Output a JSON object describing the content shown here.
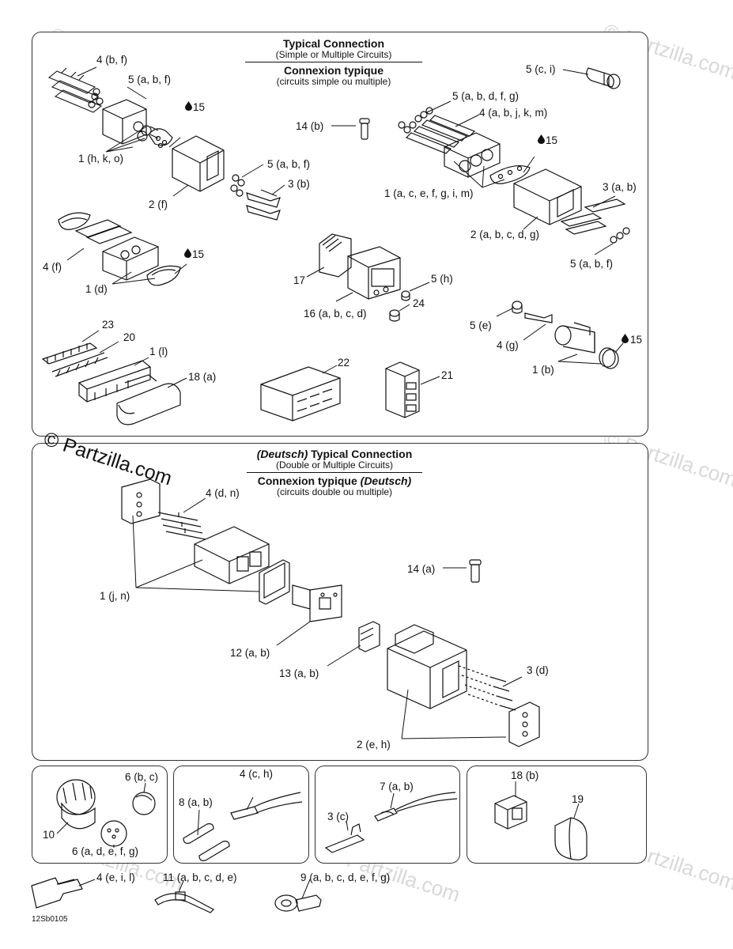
{
  "watermark": {
    "brand": "© Partzilla.com",
    "faint": "© Partzilla.com"
  },
  "diagram_code": "12Sb0105",
  "top_panel": {
    "title_en": "Typical Connection",
    "subtitle_en": "(Simple or Multiple Circuits)",
    "title_fr": "Connexion typique",
    "subtitle_fr": "(circuits simple ou multiple)",
    "callouts": {
      "c4bf": "4 (b, f)",
      "c5abf_a": "5 (a, b, f)",
      "c1hko": "1 (h, k, o)",
      "c15_a": "15",
      "c2f": "2 (f)",
      "c5abf_b": "5 (a, b, f)",
      "c3b": "3 (b)",
      "c14b": "14 (b)",
      "c5ci": "5 (c, i)",
      "c5abdfg": "5 (a, b, d, f, g)",
      "c4abjkm": "4 (a, b, j, k, m)",
      "c15_b": "15",
      "c1acefgim": "1 (a, c, e, f, g, i, m)",
      "c3ab": "3 (a, b)",
      "c2abcdg": "2 (a, b, c, d, g)",
      "c5abf_c": "5 (a, b, f)",
      "c4f": "4 (f)",
      "c15_c": "15",
      "c1d": "1 (d)",
      "c17": "17",
      "c16abcd": "16 (a, b, c, d)",
      "c5h": "5 (h)",
      "c24": "24",
      "c5e": "5 (e)",
      "c4g": "4 (g)",
      "c15_d": "15",
      "c1b": "1 (b)",
      "c23": "23",
      "c20": "20",
      "c1l": "1 (l)",
      "c18a": "18 (a)",
      "c22": "22",
      "c21": "21"
    }
  },
  "mid_panel": {
    "title_brand": "(Deutsch)",
    "title_en": "Typical Connection",
    "subtitle_en": "(Double or Multiple Circuits)",
    "title_fr": "Connexion typique",
    "title_fr_brand": "(Deutsch)",
    "subtitle_fr": "(circuits double ou multiple)",
    "callouts": {
      "c4dn": "4 (d, n)",
      "c1jn": "1 (j, n)",
      "c14a": "14 (a)",
      "c12ab": "12 (a, b)",
      "c13ab": "13 (a, b)",
      "c3d": "3 (d)",
      "c2eh": "2 (e, h)"
    }
  },
  "bottom_panels": {
    "p1": {
      "c6bc": "6 (b, c)",
      "c10": "10",
      "c6adefg": "6 (a, d, e, f, g)"
    },
    "p2": {
      "c4ch": "4 (c, h)",
      "c8ab": "8 (a, b)"
    },
    "p3": {
      "c7ab": "7 (a, b)",
      "c3c": "3 (c)"
    },
    "p4": {
      "c18b": "18 (b)",
      "c19": "19"
    }
  },
  "loose_parts": {
    "c4eil": "4 (e, i, l)",
    "c11abcde": "11 (a, b, c, d, e)",
    "c9abcdefg": "9 (a, b, c, d, e, f, g)"
  },
  "icons": {
    "lubricant": "oil-drop-icon"
  }
}
